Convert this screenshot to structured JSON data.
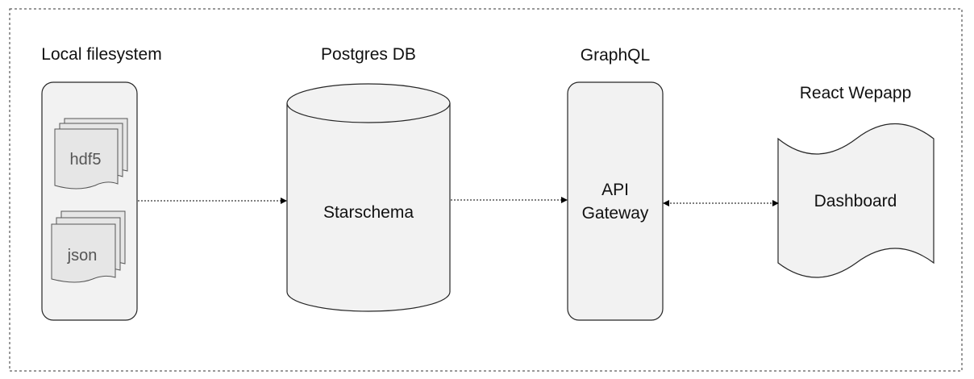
{
  "columns": {
    "local": {
      "heading": "Local filesystem",
      "files": [
        "hdf5",
        "json"
      ]
    },
    "postgres": {
      "heading": "Postgres DB",
      "label": "Starschema"
    },
    "graphql": {
      "heading": "GraphQL",
      "label_line1": "API",
      "label_line2": "Gateway"
    },
    "react": {
      "heading": "React Wepapp",
      "label": "Dashboard"
    }
  },
  "colors": {
    "fill": "#f2f2f2",
    "stroke": "#262626",
    "file_fill": "#e6e6e6",
    "file_text": "#555555"
  }
}
